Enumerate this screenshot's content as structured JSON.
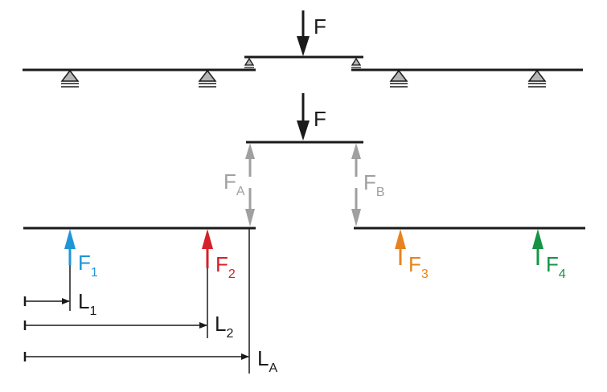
{
  "colors": {
    "black": "#1a1a1a",
    "reaction_gray": "#a0a0a0",
    "support_fill": "#b4b4b4",
    "f1": "#1e96d6",
    "f2": "#d6202a",
    "f3": "#e8821e",
    "f4": "#149444"
  },
  "labels": {
    "top_force": {
      "main": "F",
      "sub": ""
    },
    "fbd_force": {
      "main": "F",
      "sub": ""
    },
    "reaction_a": {
      "main": "F",
      "sub": "A"
    },
    "reaction_b": {
      "main": "F",
      "sub": "B"
    },
    "f1": {
      "main": "F",
      "sub": "1"
    },
    "f2": {
      "main": "F",
      "sub": "2"
    },
    "f3": {
      "main": "F",
      "sub": "3"
    },
    "f4": {
      "main": "F",
      "sub": "4"
    },
    "l1": {
      "main": "L",
      "sub": "1"
    },
    "l2": {
      "main": "L",
      "sub": "2"
    },
    "la": {
      "main": "L",
      "sub": "A"
    }
  }
}
